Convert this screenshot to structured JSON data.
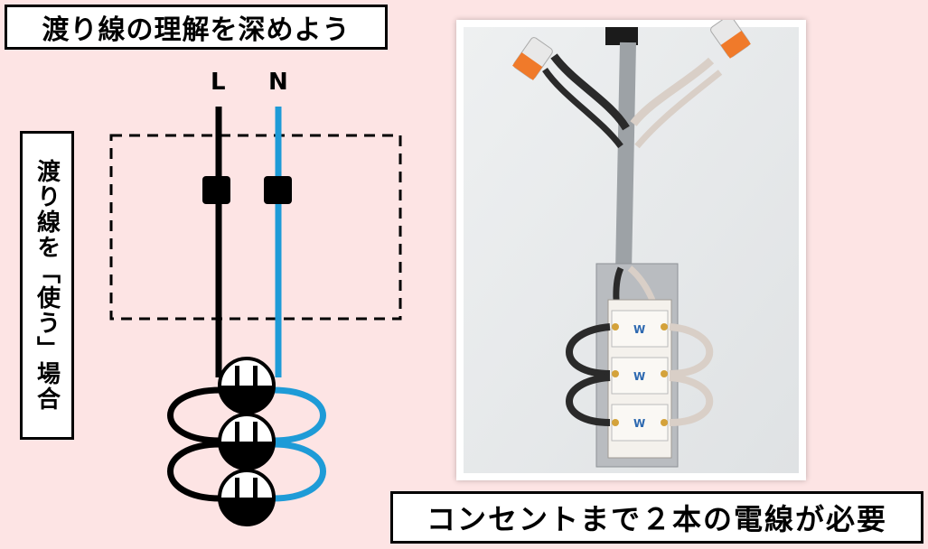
{
  "title": "渡り線の理解を深めよう",
  "side_label": "渡り線を「使う」場合",
  "caption": "コンセントまで２本の電線が必要",
  "diagram": {
    "live_label": "L",
    "neutral_label": "N",
    "live_color": "#000000",
    "neutral_color": "#1e9bd7",
    "outlet_count": 3
  },
  "photo": {
    "outlet_marks": [
      "W",
      "W",
      "W"
    ]
  }
}
